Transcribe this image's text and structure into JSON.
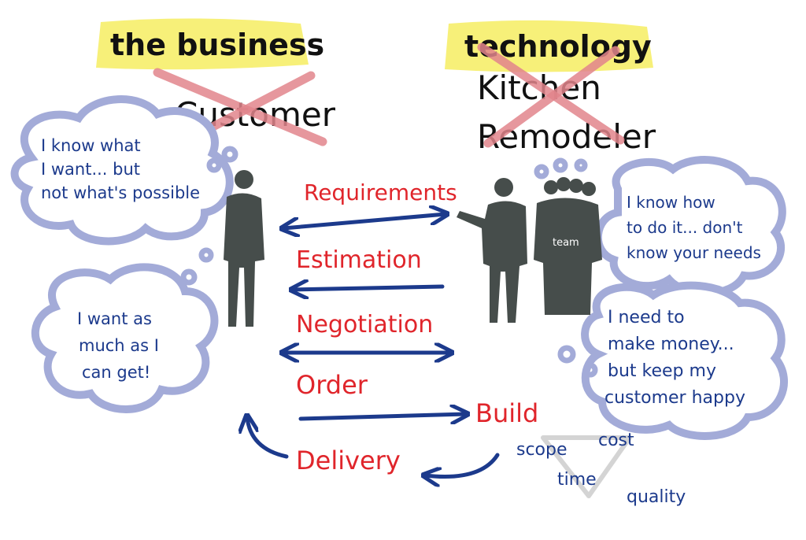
{
  "headings": {
    "left_heading": "the business",
    "right_heading": "technology",
    "left_crossed": "Customer",
    "right_crossed_line1": "Kitchen",
    "right_crossed_line2": "Remodeler"
  },
  "thoughts": {
    "customer_top": [
      "I know what",
      "I want... but",
      "not what's possible"
    ],
    "customer_bottom": [
      "I want as",
      "much as I",
      "can get!"
    ],
    "remodeler_top": [
      "I know how",
      "to do it... don't",
      "know your needs"
    ],
    "remodeler_bottom": [
      "I need to",
      "make money...",
      "but keep my",
      "customer happy"
    ]
  },
  "team_label": "team",
  "process_steps": {
    "requirements": "Requirements",
    "estimation": "Estimation",
    "negotiation": "Negotiation",
    "order": "Order",
    "build": "Build",
    "delivery": "Delivery"
  },
  "triangle": {
    "scope": "scope",
    "cost": "cost",
    "time": "time",
    "quality": "quality"
  },
  "colors": {
    "process_text": "#e0252b",
    "thought_text": "#1c3a8c",
    "arrow": "#1c3a8c",
    "cloud_outline": "#a3abd8",
    "highlight": "#f6ee6a",
    "cross_out": "#e2858c",
    "figure": "#464d4b"
  }
}
